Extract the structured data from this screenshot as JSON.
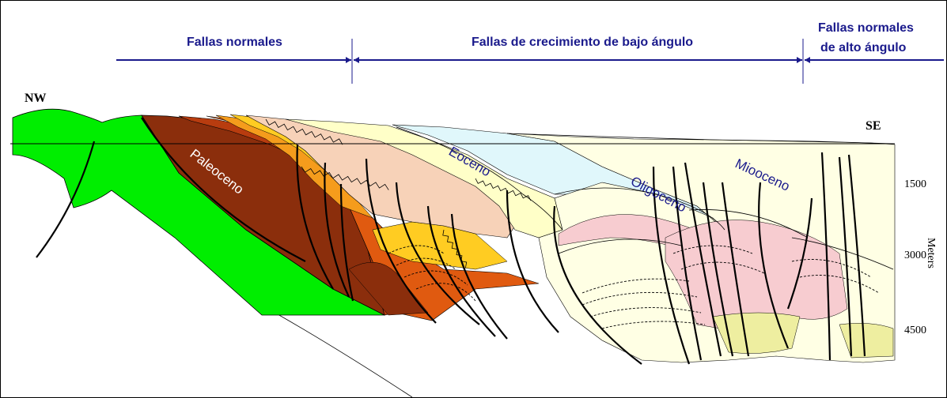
{
  "header": {
    "left_label": "Fallas normales",
    "middle_label": "Fallas de crecimiento de bajo ángulo",
    "right_label_line1": "Fallas normales",
    "right_label_line2": "de alto ángulo"
  },
  "directions": {
    "west": "NW",
    "east": "SE"
  },
  "units": {
    "paleoceno": "Paleoceno",
    "eoceno": "Eoceno",
    "oligoceno": "Oligoceno",
    "miooceno": "Miooceno"
  },
  "depth_axis": {
    "unit_label": "Meters",
    "ticks": [
      "1500",
      "3000",
      "4500"
    ]
  },
  "colors": {
    "green": "#00ee00",
    "header_blue": "#1a1a8c",
    "brown_dark": "#8b2e0c",
    "orange": "#e05a10",
    "yellow": "#ffcc22",
    "peach": "#f7d2b8",
    "cream": "#ffffc8",
    "lightblue": "#e0f7fb",
    "pink": "#f7ccd0"
  }
}
